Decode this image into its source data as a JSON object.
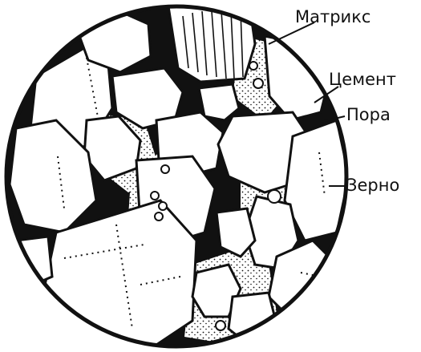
{
  "labels": {
    "matrix": "Матрикс",
    "cement": "Цемент",
    "pore": "Пора",
    "grain": "Зерно"
  },
  "colors": {
    "ink": "#111111",
    "grain_fill": "#ffffff",
    "background": "#ffffff"
  }
}
